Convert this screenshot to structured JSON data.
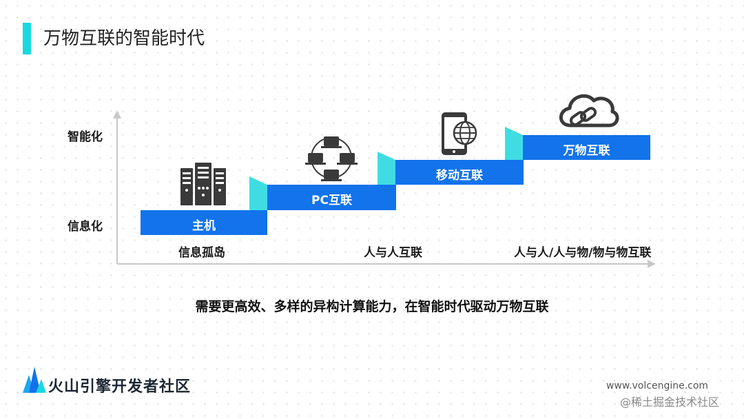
{
  "title": "万物互联的智能时代",
  "y_axis": {
    "top_label": "智能化",
    "bottom_label": "信息化"
  },
  "steps": [
    {
      "label": "主机",
      "icon": "server-rack-icon"
    },
    {
      "label": "PC互联",
      "icon": "network-computers-icon"
    },
    {
      "label": "移动互联",
      "icon": "mobile-globe-icon"
    },
    {
      "label": "万物互联",
      "icon": "cloud-link-icon"
    }
  ],
  "x_labels": [
    "信息孤岛",
    "人与人互联",
    "人与人/人与物/物与物互联"
  ],
  "subtitle": "需要更高效、多样的异构计算能力，在智能时代驱动万物互联",
  "footer": {
    "logo_text": "火山引擎开发者社区",
    "url": "www.volcengine.com",
    "watermark": "@稀土掘金技术社区"
  },
  "colors": {
    "accent": "#19d9e0",
    "bar_blue": "#1273eb",
    "connector_cyan": "#3fdde3"
  }
}
